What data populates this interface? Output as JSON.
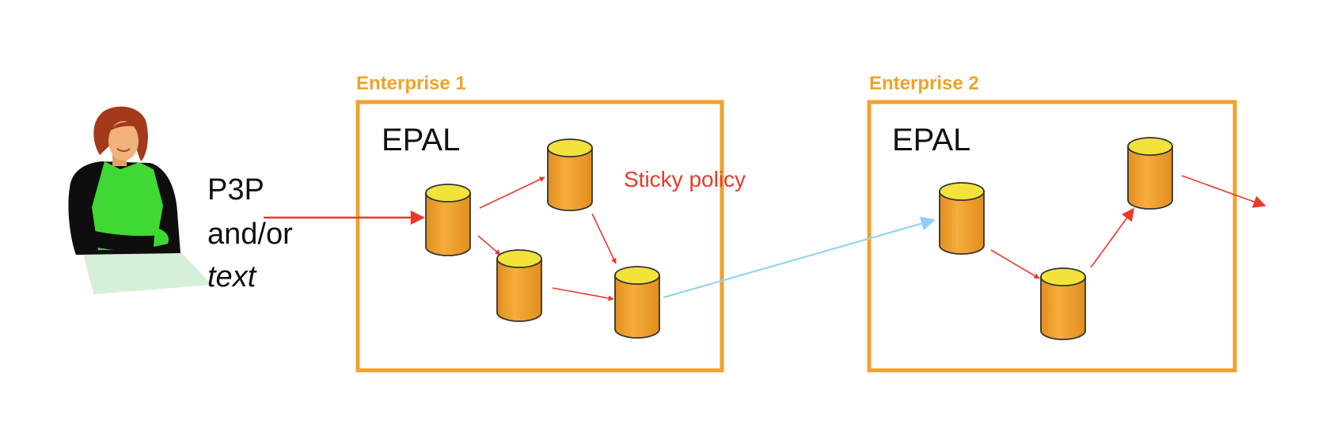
{
  "enterprises": [
    {
      "label": "Enterprise 1",
      "policy_label": "EPAL"
    },
    {
      "label": "Enterprise 2",
      "policy_label": "EPAL"
    }
  ],
  "user_policy": {
    "line1": "P3P",
    "line2": "and/or",
    "line3": "text"
  },
  "sticky_policy": "Sticky policy",
  "colors": {
    "border": "#f2a12b",
    "cylinder_body": "#f2a12b",
    "cylinder_top": "#f3e23a",
    "flow_arrow": "#e8392b",
    "transfer_arrow": "#8ed1ee",
    "sticky_text": "#e8392b"
  },
  "icons": [
    "businesswoman-icon",
    "database-icon"
  ]
}
